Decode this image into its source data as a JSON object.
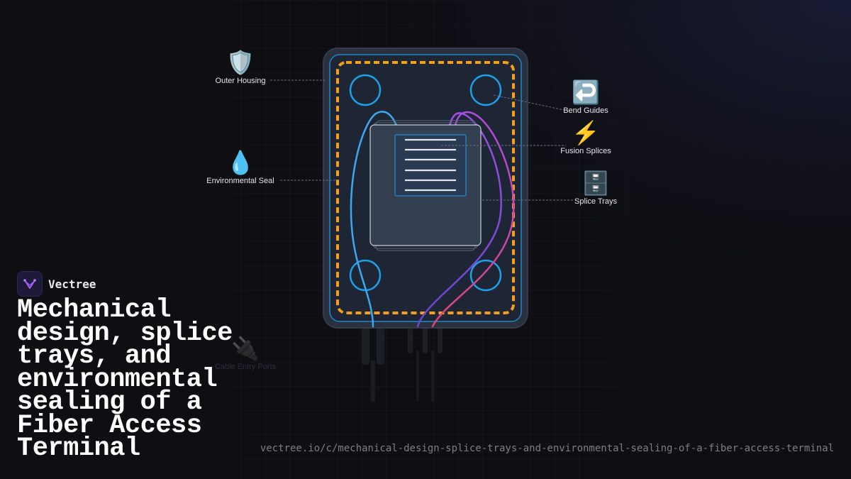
{
  "brand": {
    "name": "Vectree",
    "logo_icon": "vectree-logo-icon"
  },
  "title": "Mechanical design, splice trays, and environmental sealing of a Fiber Access Terminal",
  "url": "vectree.io/c/mechanical-design-splice-trays-and-environmental-sealing-of-a-fiber-access-terminal",
  "diagram": {
    "labels": {
      "outer_housing": {
        "text": "Outer Housing",
        "icon": "shield-icon",
        "glyph": "🛡️"
      },
      "environmental_seal": {
        "text": "Environmental Seal",
        "icon": "water-drop-icon",
        "glyph": "💧"
      },
      "bend_guides": {
        "text": "Bend Guides",
        "icon": "return-arrow-icon",
        "glyph": "↩️"
      },
      "fusion_splices": {
        "text": "Fusion Splices",
        "icon": "lightning-icon",
        "glyph": "⚡"
      },
      "splice_trays": {
        "text": "Splice Trays",
        "icon": "file-cabinet-icon",
        "glyph": "🗄️"
      },
      "cable_entry_ports": {
        "text": "Cable Entry Ports",
        "icon": "plug-icon",
        "glyph": "🔌"
      }
    },
    "colors": {
      "housing": "#252c3a",
      "seal": "#f5a01a",
      "guide_ring": "#1ea0e6",
      "fiber_blue": "#3ea8ee",
      "fiber_pink": "#e0457f",
      "fiber_purple": "#9b50e0",
      "tray": "#334052"
    }
  }
}
